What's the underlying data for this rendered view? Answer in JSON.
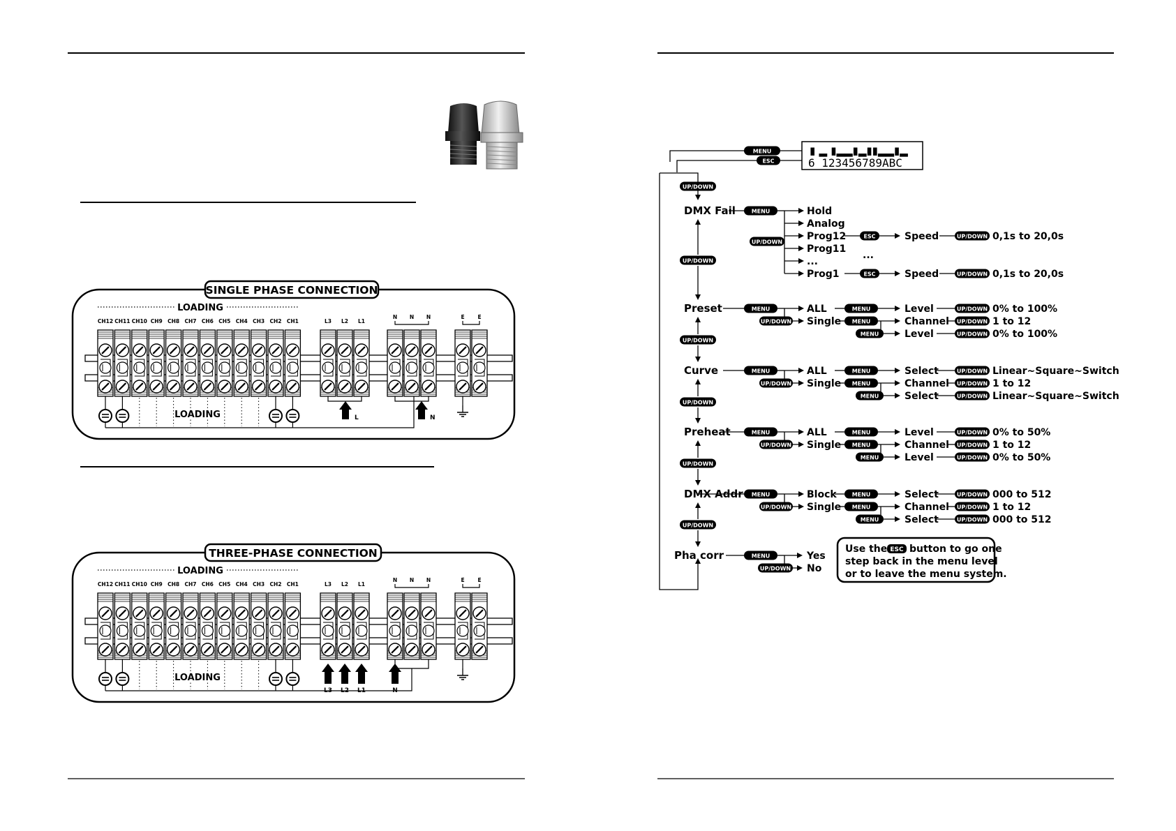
{
  "left_page": {
    "single_phase": {
      "title": "SINGLE PHASE CONNECTION",
      "loading_label": "LOADING",
      "loading_inner_label": "LOADING",
      "channel_labels": [
        "CH12",
        "CH11",
        "CH10",
        "CH9",
        "CH8",
        "CH7",
        "CH6",
        "CH5",
        "CH4",
        "CH3",
        "CH2",
        "CH1"
      ],
      "line_labels": [
        "L3",
        "L2",
        "L1"
      ],
      "neutral_labels": [
        "N",
        "N",
        "N"
      ],
      "earth_labels": [
        "E",
        "E"
      ],
      "arrow_labels": [
        "L",
        "N"
      ]
    },
    "three_phase": {
      "title": "THREE-PHASE CONNECTION",
      "loading_label": "LOADING",
      "loading_inner_label": "LOADING",
      "channel_labels": [
        "CH12",
        "CH11",
        "CH10",
        "CH9",
        "CH8",
        "CH7",
        "CH6",
        "CH5",
        "CH4",
        "CH3",
        "CH2",
        "CH1"
      ],
      "line_labels": [
        "L3",
        "L2",
        "L1"
      ],
      "neutral_labels": [
        "N",
        "N",
        "N"
      ],
      "earth_labels": [
        "E",
        "E"
      ],
      "arrow_labels": [
        "L3",
        "L2",
        "L1",
        "N"
      ]
    }
  },
  "right_page": {
    "display": {
      "top_row": "▮ ▂ ▮▂▂▮▂▮▮▂▂▮▂",
      "bottom_row": "6 123456789ABC"
    },
    "buttons": {
      "menu": "MENU",
      "esc": "ESC",
      "updown": "UP/DOWN"
    },
    "menu_items": [
      "DMX Fail",
      "Preset",
      "Curve",
      "Preheat",
      "DMX Addr",
      "Pha corr"
    ],
    "dmx_fail": {
      "options": [
        "Hold",
        "Analog",
        "Prog12",
        "Prog11",
        "...",
        "Prog1"
      ],
      "ellipsis": "...",
      "speed_label": "Speed",
      "speed_range": "0,1s to 20,0s"
    },
    "preset": {
      "all": "ALL",
      "single": "Single",
      "level": "Level",
      "channel": "Channel",
      "level_range": "0% to 100%",
      "channel_range": "1 to 12"
    },
    "curve": {
      "all": "ALL",
      "single": "Single",
      "select": "Select",
      "channel": "Channel",
      "curve_range": "Linear~Square~Switch",
      "channel_range": "1 to 12"
    },
    "preheat": {
      "all": "ALL",
      "single": "Single",
      "level": "Level",
      "channel": "Channel",
      "level_range": "0% to 50%",
      "channel_range": "1 to 12"
    },
    "dmx_addr": {
      "block": "Block",
      "single": "Single",
      "select": "Select",
      "channel": "Channel",
      "addr_range": "000 to 512",
      "channel_range": "1 to 12"
    },
    "pha_corr": {
      "yes": "Yes",
      "no": "No"
    },
    "esc_note": {
      "line1_before": "Use the",
      "line1_after": "button to go one",
      "line2": "step back in the menu level",
      "line3": "or to leave the menu system."
    }
  }
}
